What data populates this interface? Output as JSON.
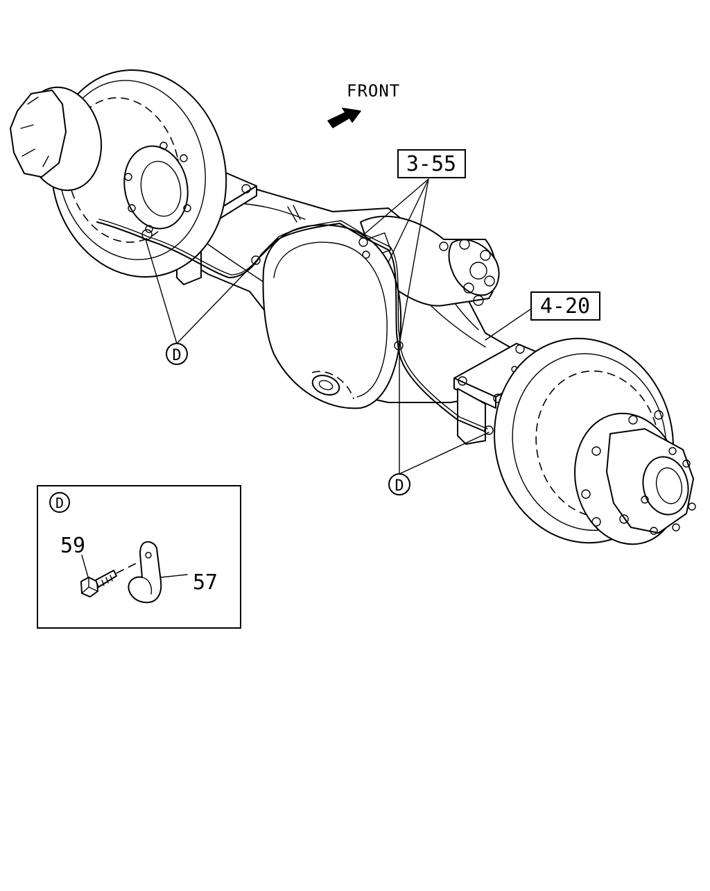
{
  "orientation": {
    "label": "FRONT"
  },
  "references": {
    "brake_pipe": "3-55",
    "rear_axle": "4-20"
  },
  "detail_marker": "D",
  "detail_view": {
    "marker": "D",
    "bolt_number": "59",
    "clip_number": "57"
  }
}
